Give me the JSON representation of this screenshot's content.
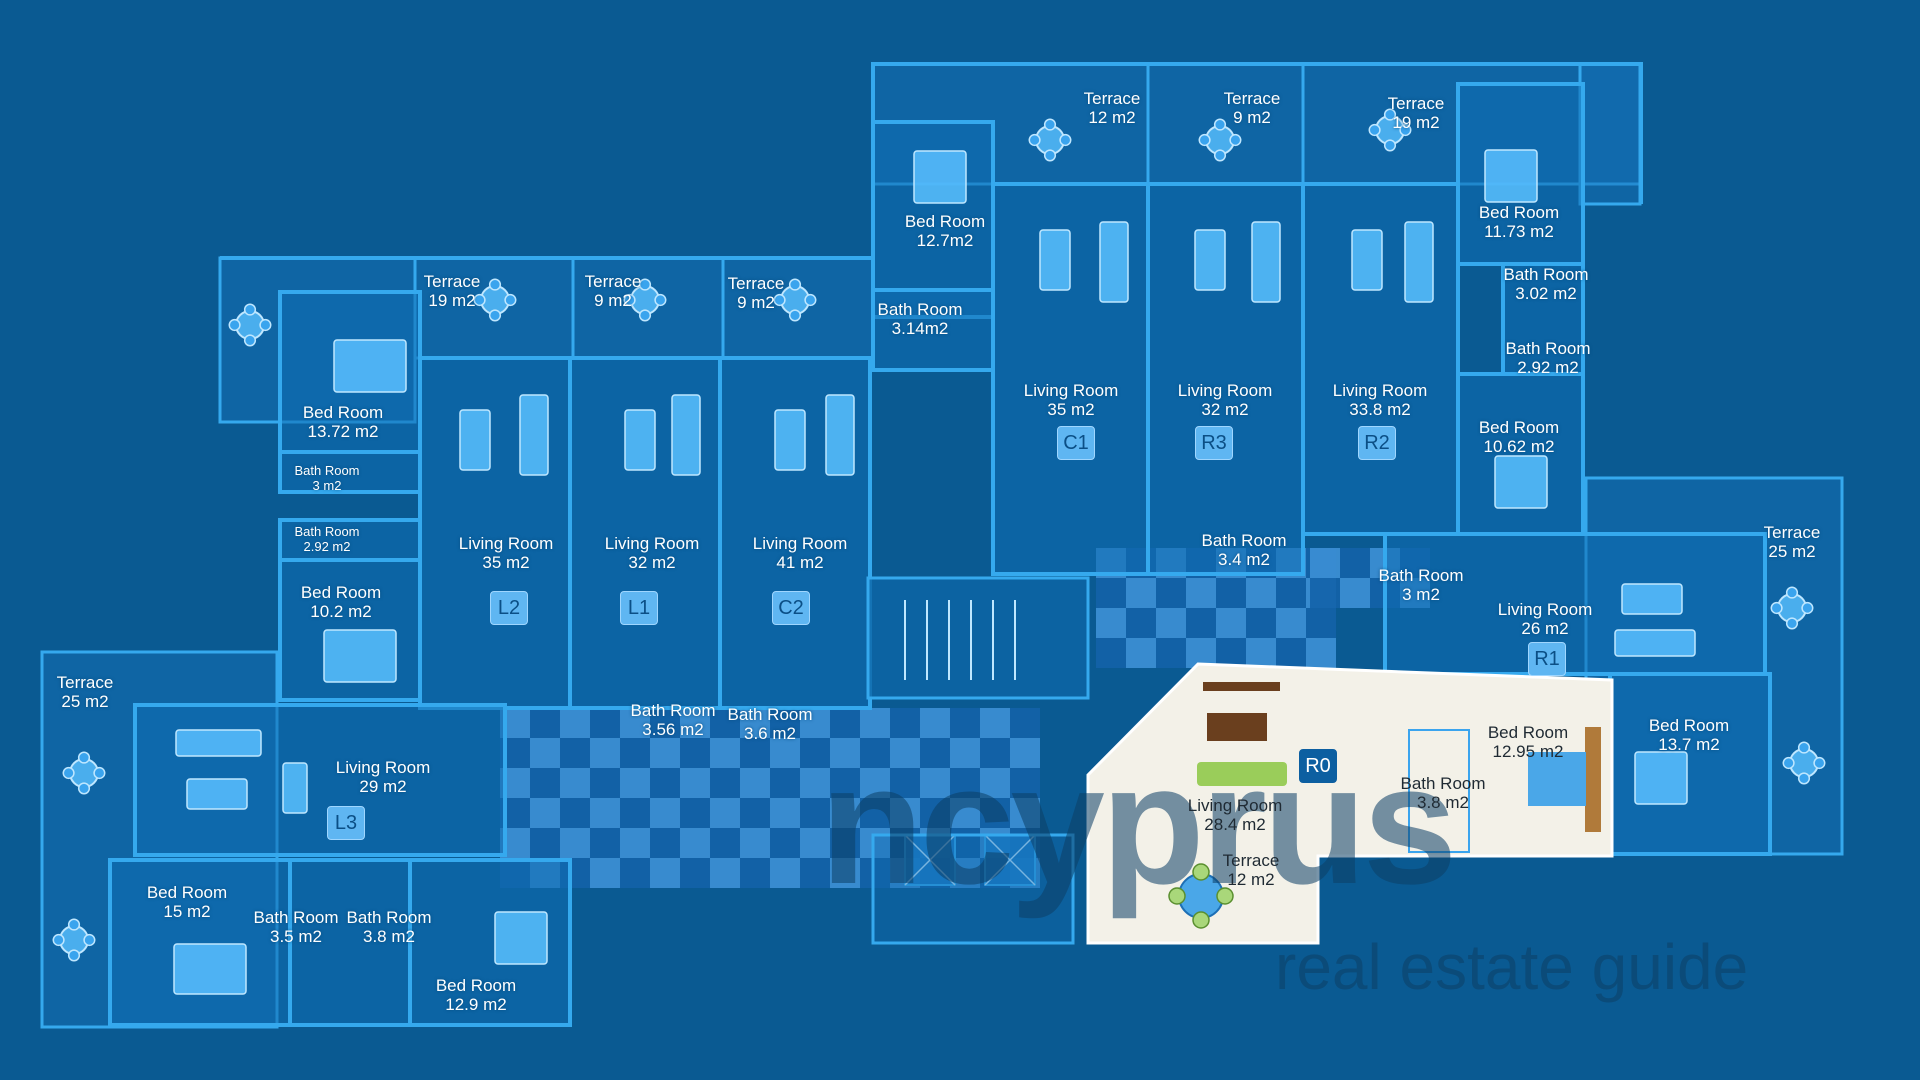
{
  "plan": {
    "units": [
      {
        "code": "L3",
        "rooms": [
          {
            "id": "l3-terrace",
            "name": "Terrace",
            "area": "25 m2",
            "type": "terrace"
          },
          {
            "id": "l3-living",
            "name": "Living Room",
            "area": "29 m2",
            "type": "living"
          },
          {
            "id": "l3-bed-1",
            "name": "Bed Room",
            "area": "15 m2",
            "type": "bed"
          },
          {
            "id": "l3-bath-1",
            "name": "Bath Room",
            "area": "3.5 m2",
            "type": "bath"
          },
          {
            "id": "l3-bath-2",
            "name": "Bath Room",
            "area": "3.8 m2",
            "type": "bath"
          },
          {
            "id": "l3-bed-2",
            "name": "Bed Room",
            "area": "12.9 m2",
            "type": "bed"
          }
        ]
      },
      {
        "code": "L2",
        "rooms": [
          {
            "id": "l2-terrace",
            "name": "Terrace",
            "area": "19 m2",
            "type": "terrace"
          },
          {
            "id": "l2-bed-1",
            "name": "Bed Room",
            "area": "13.72 m2",
            "type": "bed"
          },
          {
            "id": "l2-bath-1",
            "name": "Bath Room",
            "area": "3 m2",
            "type": "bath"
          },
          {
            "id": "l2-bath-2",
            "name": "Bath Room",
            "area": "2.92 m2",
            "type": "bath"
          },
          {
            "id": "l2-bed-2",
            "name": "Bed Room",
            "area": "10.2 m2",
            "type": "bed"
          },
          {
            "id": "l2-living",
            "name": "Living Room",
            "area": "35 m2",
            "type": "living"
          }
        ]
      },
      {
        "code": "L1",
        "rooms": [
          {
            "id": "l1-terrace",
            "name": "Terrace",
            "area": "9 m2",
            "type": "terrace"
          },
          {
            "id": "l1-living",
            "name": "Living Room",
            "area": "32 m2",
            "type": "living"
          },
          {
            "id": "l1-bath",
            "name": "Bath Room",
            "area": "3.56 m2",
            "type": "bath"
          }
        ]
      },
      {
        "code": "C2",
        "rooms": [
          {
            "id": "c2-terrace",
            "name": "Terrace",
            "area": "9 m2",
            "type": "terrace"
          },
          {
            "id": "c2-living",
            "name": "Living Room",
            "area": "41 m2",
            "type": "living"
          },
          {
            "id": "c2-bath",
            "name": "Bath Room",
            "area": "3.6 m2",
            "type": "bath"
          }
        ]
      },
      {
        "code": "C1",
        "rooms": [
          {
            "id": "c1-terrace",
            "name": "Terrace",
            "area": "12 m2",
            "type": "terrace"
          },
          {
            "id": "c1-bed",
            "name": "Bed Room",
            "area": "12.7m2",
            "type": "bed"
          },
          {
            "id": "c1-bath",
            "name": "Bath Room",
            "area": "3.14m2",
            "type": "bath"
          },
          {
            "id": "c1-living",
            "name": "Living Room",
            "area": "35 m2",
            "type": "living"
          }
        ]
      },
      {
        "code": "R3",
        "rooms": [
          {
            "id": "r3-terrace",
            "name": "Terrace",
            "area": "9 m2",
            "type": "terrace"
          },
          {
            "id": "r3-living",
            "name": "Living Room",
            "area": "32 m2",
            "type": "living"
          },
          {
            "id": "r3-bath",
            "name": "Bath Room",
            "area": "3.4 m2",
            "type": "bath"
          }
        ]
      },
      {
        "code": "R2",
        "rooms": [
          {
            "id": "r2-terrace",
            "name": "Terrace",
            "area": "19 m2",
            "type": "terrace"
          },
          {
            "id": "r2-living",
            "name": "Living Room",
            "area": "33.8 m2",
            "type": "living"
          },
          {
            "id": "r2-bed-1",
            "name": "Bed Room",
            "area": "11.73 m2",
            "type": "bed"
          },
          {
            "id": "r2-bath-1",
            "name": "Bath Room",
            "area": "3.02 m2",
            "type": "bath"
          },
          {
            "id": "r2-bath-2",
            "name": "Bath Room",
            "area": "2.92 m2",
            "type": "bath"
          },
          {
            "id": "r2-bed-2",
            "name": "Bed Room",
            "area": "10.62 m2",
            "type": "bed"
          }
        ]
      },
      {
        "code": "R1",
        "rooms": [
          {
            "id": "r1-bath",
            "name": "Bath Room",
            "area": "3 m2",
            "type": "bath"
          },
          {
            "id": "r1-living",
            "name": "Living Room",
            "area": "26 m2",
            "type": "living"
          },
          {
            "id": "r1-terrace",
            "name": "Terrace",
            "area": "25 m2",
            "type": "terrace"
          },
          {
            "id": "r1-bed",
            "name": "Bed Room",
            "area": "13.7 m2",
            "type": "bed"
          }
        ]
      },
      {
        "code": "R0",
        "highlighted": true,
        "rooms": [
          {
            "id": "r0-living",
            "name": "Living Room",
            "area": "28.4 m2",
            "type": "living"
          },
          {
            "id": "r0-bed",
            "name": "Bed Room",
            "area": "12.95 m2",
            "type": "bed"
          },
          {
            "id": "r0-bath",
            "name": "Bath Room",
            "area": "3.8 m2",
            "type": "bath"
          },
          {
            "id": "r0-terrace",
            "name": "Terrace",
            "area": "12 m2",
            "type": "terrace"
          }
        ]
      }
    ]
  },
  "watermark": {
    "brand": "ncyprus",
    "tagline": "real estate guide"
  },
  "colors": {
    "background": "#0a5a92",
    "wall": "#35a9ee",
    "room_fill": "#0e6eb2",
    "furniture": "#59c0ff",
    "checker_dark": "#1362a8",
    "checker_light": "#3d90d6",
    "highlight_unit": "#f3f1e8",
    "sofa": "#9acd5a",
    "table": "#6a3f1e"
  }
}
